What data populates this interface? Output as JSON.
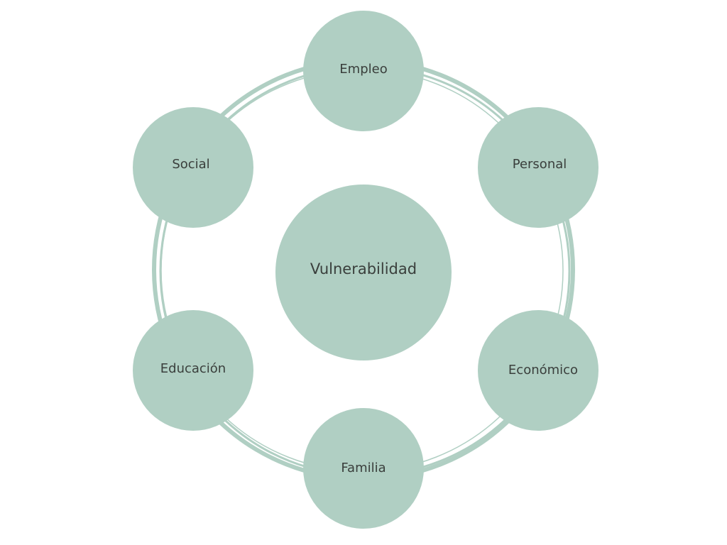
{
  "diagram": {
    "center": {
      "label": "Vulnerabilidad"
    },
    "nodes": [
      {
        "id": "empleo",
        "label": "Empleo"
      },
      {
        "id": "personal",
        "label": "Personal"
      },
      {
        "id": "economico",
        "label": "Económico"
      },
      {
        "id": "familia",
        "label": "Familia"
      },
      {
        "id": "educacion",
        "label": "Educación"
      },
      {
        "id": "social",
        "label": "Social"
      }
    ],
    "colors": {
      "fill": "#b0cfc3",
      "text": "#3a3f3c"
    }
  }
}
